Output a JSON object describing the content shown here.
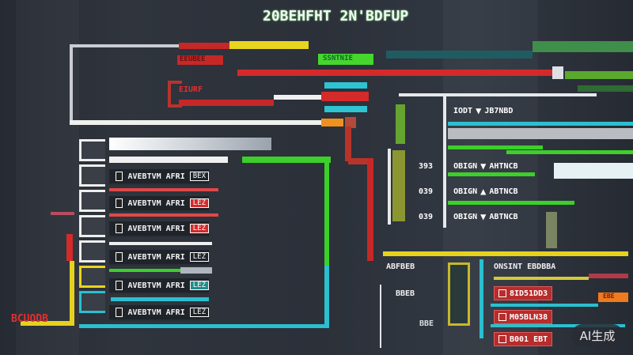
{
  "title": "20BEHFHT 2N'BDFUP",
  "watermark": "AI生成",
  "colors": {
    "background": "#2a2f38",
    "red": "#d42a2a",
    "yellow": "#e6d21e",
    "green": "#35c22a",
    "cyan": "#2bbfd0",
    "white": "#eeeeee",
    "orange": "#f0901e"
  },
  "top_cluster": {
    "green_tag": "SSNTNIE",
    "red_tag_1": "EEUBEE",
    "red_tag_2": "EIURF"
  },
  "left_list": {
    "items": [
      {
        "label": "AVEBTVM",
        "code": "AFRI",
        "tag": "BEX"
      },
      {
        "label": "AVEBTVM",
        "code": "AFRI",
        "tag": "LEZ"
      },
      {
        "label": "AVEBTVM",
        "code": "AFRI",
        "tag": "LEZ"
      },
      {
        "label": "AVEBTVM",
        "code": "AFRI",
        "tag": "LEZ"
      },
      {
        "label": "AVEBTVM",
        "code": "AFRI",
        "tag": "LEZ"
      },
      {
        "label": "AVEBTVM",
        "code": "AFRI",
        "tag": "LEZ"
      }
    ]
  },
  "right_list": {
    "items": [
      {
        "prefix": "",
        "label": "IODT",
        "arrow": "down",
        "value": "JB7NBD"
      },
      {
        "prefix": "393",
        "label": "OBIGN",
        "arrow": "down",
        "value": "AHTNCB"
      },
      {
        "prefix": "039",
        "label": "OBIGN",
        "arrow": "up",
        "value": "ABTNCB"
      },
      {
        "prefix": "039",
        "label": "OBIGN",
        "arrow": "down",
        "value": "ABTNCB"
      }
    ]
  },
  "bottom_right": {
    "left_labels": [
      "ABFBEB",
      "BBEB",
      "BBE"
    ],
    "header": "ONSINT EBDBBA",
    "rows": [
      {
        "label": "8ID51DD3"
      },
      {
        "label": "M05BLN38"
      },
      {
        "label": "B001 EBT"
      }
    ],
    "orange_tag": "EBE"
  },
  "bottom_left_label": "BCUODB"
}
